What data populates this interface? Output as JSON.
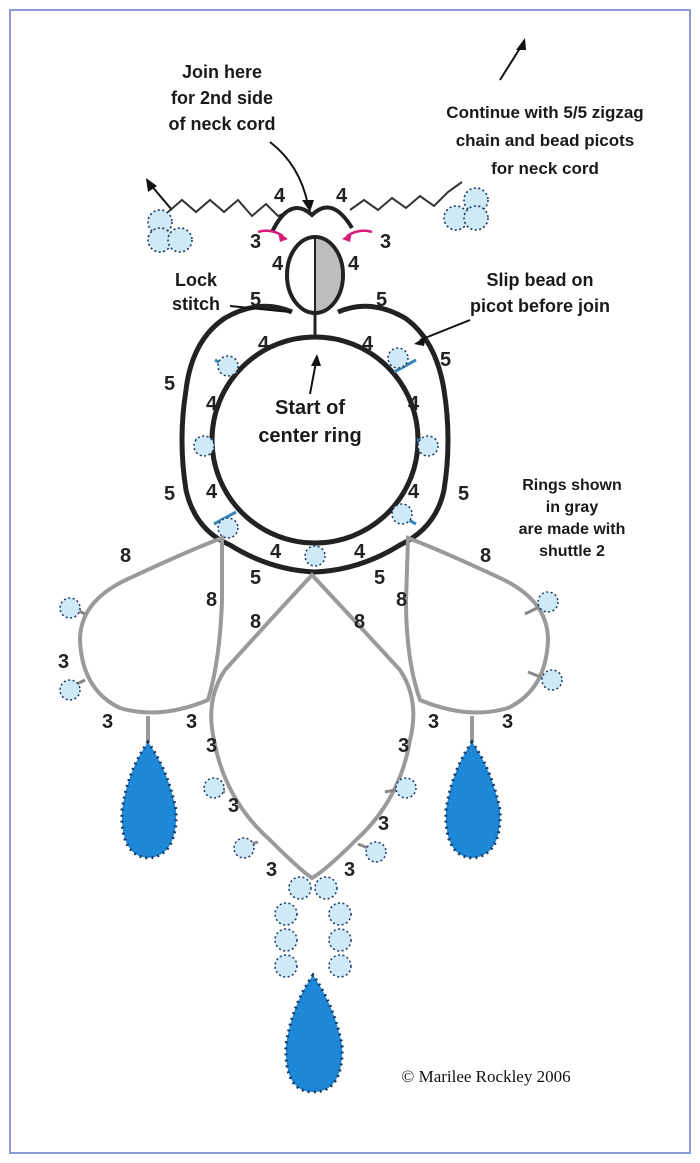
{
  "annotations": {
    "join_here_line1": "Join here",
    "join_here_line2": "for 2nd side",
    "join_here_line3": "of neck cord",
    "continue_line1": "Continue with 5/5 zigzag",
    "continue_line2": "chain and bead picots",
    "continue_line3": "for neck cord",
    "lock_line1": "Lock",
    "lock_line2": "stitch",
    "slip_line1": "Slip bead on",
    "slip_line2": "picot before join",
    "start_line1": "Start of",
    "start_line2": "center ring",
    "rings_line1": "Rings shown",
    "rings_line2": "in gray",
    "rings_line3": "are made with",
    "rings_line4": "shuttle 2"
  },
  "stitch_counts": {
    "top_left_4": "4",
    "top_right_4": "4",
    "small_ring_left_3": "3",
    "small_ring_right_3": "3",
    "small_ring_left_4": "4",
    "small_ring_right_4": "4",
    "upper_left_5": "5",
    "upper_right_5": "5",
    "inner_upper_left_4": "4",
    "inner_upper_right_4": "4",
    "mid_left_5": "5",
    "mid_right_5": "5",
    "inner_mid_left_4": "4",
    "inner_mid_right_4": "4",
    "lower_left_5": "5",
    "lower_right_5": "5",
    "inner_lower_left_4": "4",
    "inner_lower_right_4": "4",
    "bottom_left_4": "4",
    "bottom_right_4": "4",
    "bottom_left_5": "5",
    "bottom_right_5": "5",
    "left_ring_8": "8",
    "left_ring_inner_8": "8",
    "right_ring_8": "8",
    "right_ring_inner_8": "8",
    "center_ring_left_8": "8",
    "center_ring_right_8": "8",
    "left_ring_3a": "3",
    "left_ring_3b": "3",
    "left_ring_3c": "3",
    "right_ring_3a": "3",
    "right_ring_3b": "3",
    "center_left_3a": "3",
    "center_left_3b": "3",
    "center_left_3c": "3",
    "center_right_3a": "3",
    "center_right_3b": "3",
    "center_right_3c": "3"
  },
  "copyright": "© Marilee Rockley 2006",
  "colors": {
    "outline": "#222222",
    "gray_ring": "#9a9a9a",
    "bead_light": "#cfe9f7",
    "bead_drop": "#1e88d8",
    "bead_dot": "#1a3a66",
    "join_arrow": "#d81b7a",
    "border": "#8a9ad8"
  }
}
